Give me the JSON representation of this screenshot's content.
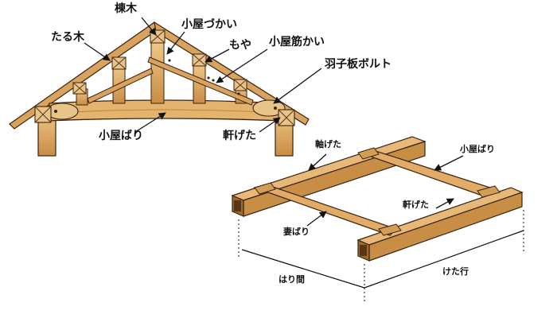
{
  "roof_truss": {
    "labels": {
      "munagi": "棟木",
      "tarugi": "たる木",
      "koya_zukai": "小屋づかい",
      "moya": "もや",
      "koya_sujikai": "小屋筋かい",
      "hagoita_bolt": "羽子板ボルト",
      "koya_bari": "小屋ばり",
      "noki_geta": "軒げた"
    }
  },
  "floor_frame": {
    "labels": {
      "jiku_geta": "軸げた",
      "koya_bari": "小屋ばり",
      "noki_geta": "軒げた",
      "tsuma_bari": "妻ばり",
      "hari_ma": "はり間",
      "keta_yuki": "けた行"
    }
  },
  "colors": {
    "wood_light": "#e6b774",
    "wood_mid": "#d39e54",
    "wood_dark": "#a06a2c",
    "outline": "#3a2410",
    "end_grain": "#5a3514"
  }
}
